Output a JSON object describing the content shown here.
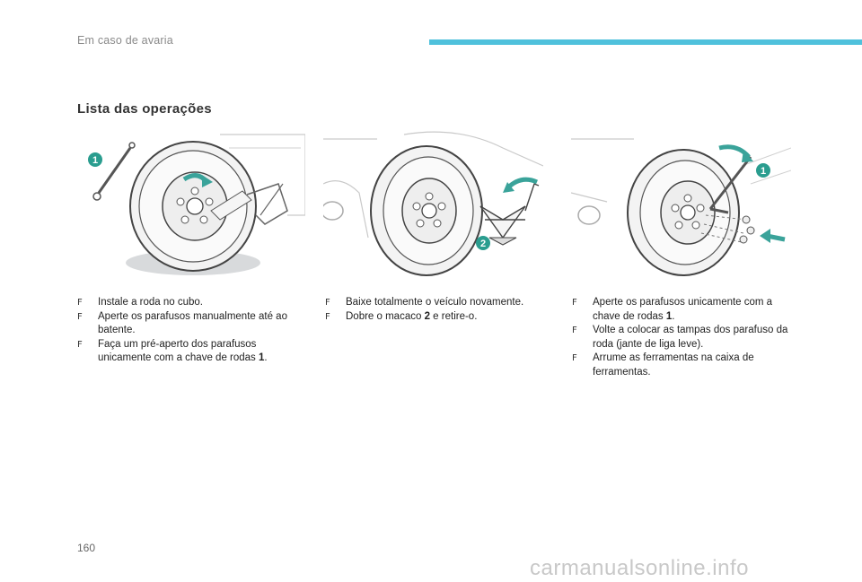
{
  "header": {
    "title": "Em caso de avaria"
  },
  "section": {
    "title": "Lista das operações"
  },
  "figures": [
    {
      "callouts": [
        "1"
      ]
    },
    {
      "callouts": [
        "2"
      ]
    },
    {
      "callouts": [
        "1"
      ]
    }
  ],
  "columns": [
    {
      "bullets": [
        {
          "text": "Instale a roda no cubo.",
          "bold": "",
          "tail": ""
        },
        {
          "text": "Aperte os parafusos manualmente até ao batente.",
          "bold": "",
          "tail": ""
        },
        {
          "text": "Faça um pré-aperto dos parafusos unicamente com a chave de rodas ",
          "bold": "1",
          "tail": "."
        }
      ]
    },
    {
      "bullets": [
        {
          "text": "Baixe totalmente o veículo novamente.",
          "bold": "",
          "tail": ""
        },
        {
          "text": "Dobre o macaco ",
          "bold": "2",
          "tail": " e retire-o."
        }
      ]
    },
    {
      "bullets": [
        {
          "text": "Aperte os parafusos unicamente com a chave de rodas ",
          "bold": "1",
          "tail": "."
        },
        {
          "text": "Volte a colocar as tampas dos parafuso da roda (jante de liga leve).",
          "bold": "",
          "tail": ""
        },
        {
          "text": "Arrume as ferramentas na caixa de ferramentas.",
          "bold": "",
          "tail": ""
        }
      ]
    }
  ],
  "bullet_mark": "F",
  "page_number": "160",
  "watermark": "carmanualsonline.info",
  "colors": {
    "accent": "#4fc1dc",
    "callout": "#2a9d8f",
    "arrow": "#3aa39a"
  }
}
